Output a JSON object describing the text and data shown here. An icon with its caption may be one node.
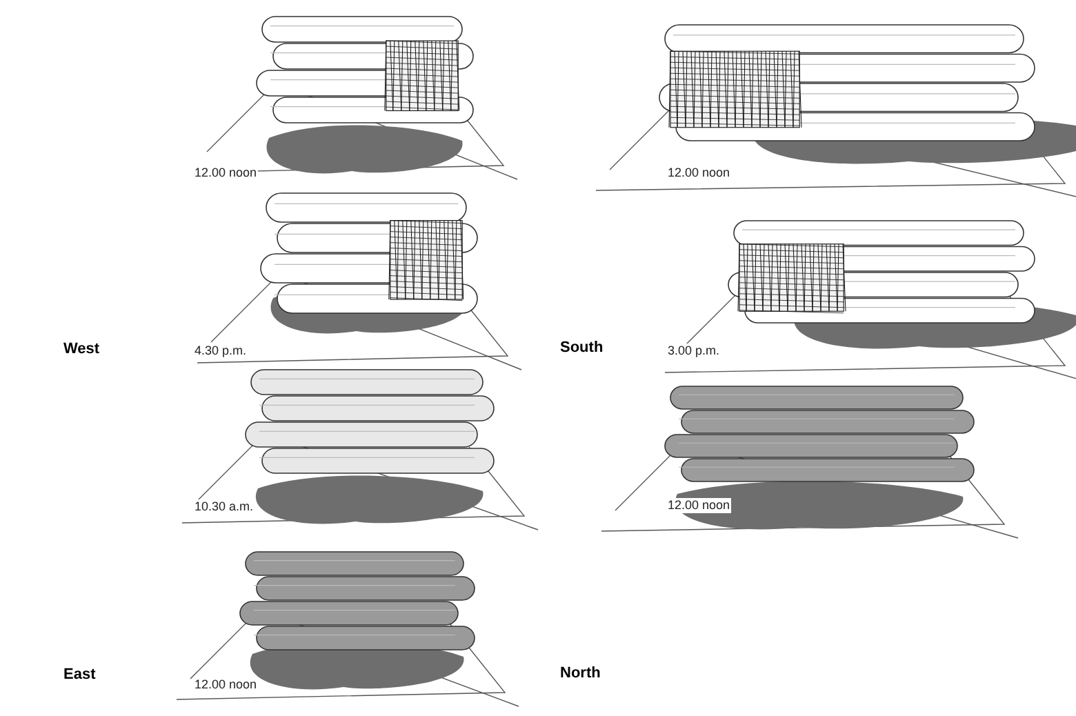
{
  "diagram": {
    "labels": [
      "12.00 noon",
      "12.00 noon",
      "West",
      "4.30 p.m.",
      "South",
      "3.00 p.m.",
      "10.30 a.m.",
      "12.00 noon",
      "East",
      "12.00 noon",
      "North"
    ]
  }
}
